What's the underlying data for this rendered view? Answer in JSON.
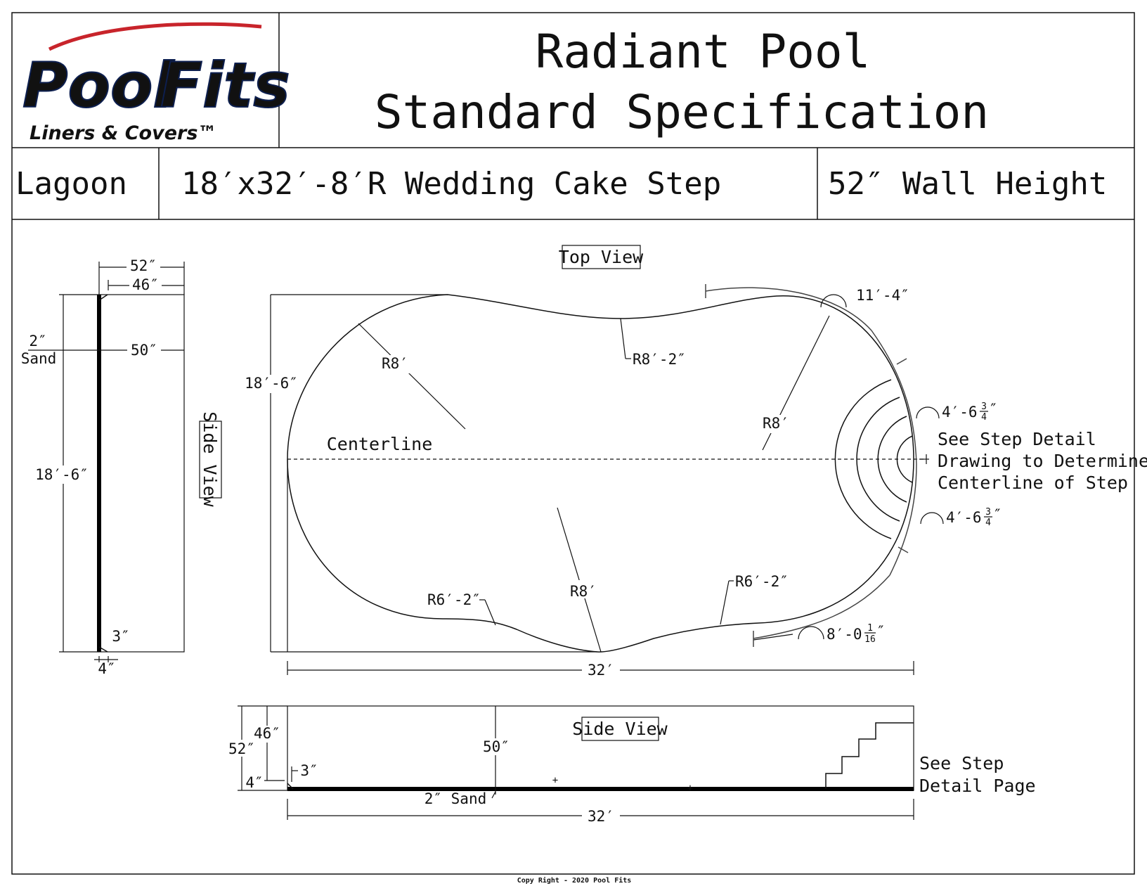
{
  "logo": {
    "word1": "Pool",
    "word2": "Fits",
    "tagline": "Liners & Covers™",
    "colors": {
      "blue": "#2f53a2",
      "red": "#c8242b",
      "dark": "#111111"
    }
  },
  "title": {
    "line1": "Radiant Pool",
    "line2": "Standard Specification"
  },
  "spec_row": {
    "model": "Lagoon",
    "size": "18′x32′-8′R Wedding Cake Step",
    "wall": "52″ Wall Height"
  },
  "top_view": {
    "label": "Top View",
    "width": "18′-6″",
    "length": "32′",
    "centerline": "Centerline",
    "radii": {
      "left_end": "R8′",
      "top_mid": "R8′-2″",
      "right_end": "R8′",
      "bottom_mid": "R8′",
      "bottom_left": "R6′-2″",
      "bottom_right": "R6′-2″"
    },
    "arc_dims": {
      "top": "11′-4″",
      "step_top_whole": "4′-6",
      "step_top_frac_num": "3",
      "step_top_frac_den": "4",
      "step_top_unit": "″",
      "step_bottom_whole": "4′-6",
      "step_bottom_frac_num": "3",
      "step_bottom_frac_den": "4",
      "step_bottom_unit": "″",
      "bottom_whole": "8′-0",
      "bottom_frac_num": "1",
      "bottom_frac_den": "16",
      "bottom_unit": "″"
    },
    "step_note": [
      "See Step Detail",
      "Drawing to Determine",
      "Centerline of Step"
    ]
  },
  "side_view_left": {
    "label": "Side View",
    "overall": "52″",
    "inner": "46″",
    "wall": "50″",
    "sand_amount": "2″",
    "sand_label": "Sand",
    "length": "18′-6″",
    "cove_top": "3″",
    "cove_bottom": "4″"
  },
  "side_view_bottom": {
    "label": "Side View",
    "overall": "52″",
    "inner": "46″",
    "wall": "50″",
    "cove": "4″",
    "cove_step": "3″",
    "sand": "2″ Sand",
    "length": "32′",
    "step_note": [
      "See Step",
      "Detail Page"
    ]
  },
  "footer": {
    "copyright": "Copy Right - 2020 Pool Fits"
  }
}
